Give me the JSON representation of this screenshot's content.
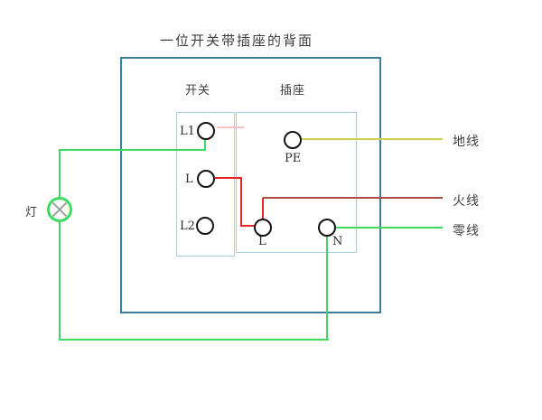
{
  "title": "一位开关带插座的背面",
  "switch": {
    "label": "开关",
    "terminals": [
      {
        "label": "L1"
      },
      {
        "label": "L"
      },
      {
        "label": "L2"
      }
    ]
  },
  "socket": {
    "label": "插座",
    "terminals": [
      {
        "label": "PE"
      },
      {
        "label": "L"
      },
      {
        "label": "N"
      }
    ]
  },
  "lamp": {
    "label": "灯"
  },
  "legend": {
    "earth": "地线",
    "live": "火线",
    "neutral": "零线"
  },
  "colors": {
    "green_wire": "#3fdb5e",
    "red_wire": "#e8281e",
    "dark_red_wire": "#ad4a42",
    "yellow_wire": "#ccd04b",
    "faint_pink_wire": "#f4c3c3",
    "outer_border": "#3c7f9d",
    "inner_border": "#a9cdd9",
    "lamp_cross": "#9aa49c"
  }
}
